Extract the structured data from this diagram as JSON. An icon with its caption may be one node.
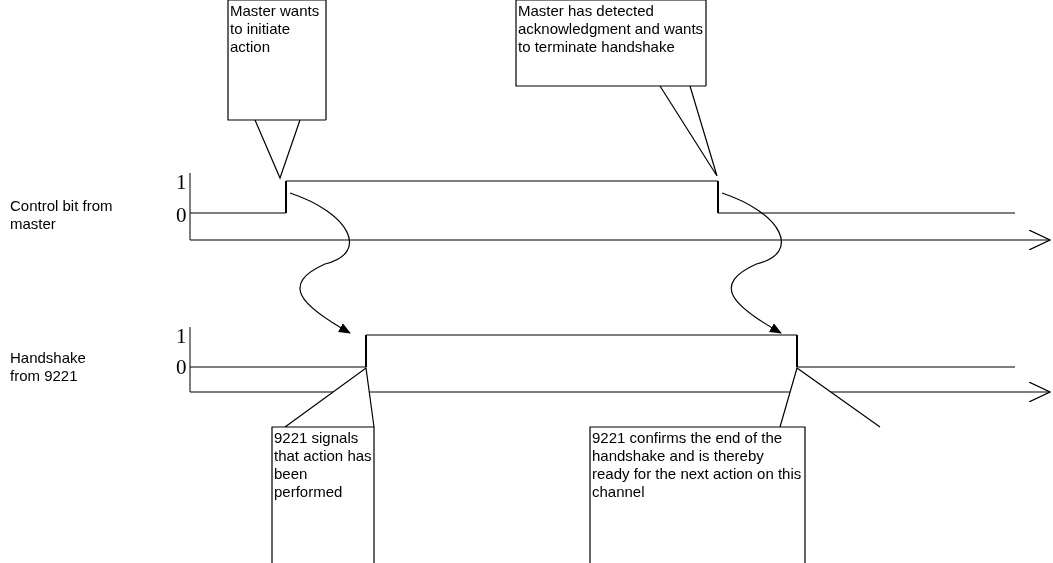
{
  "diagram": {
    "nodes": [
      {
        "text": [
          "Master wants to initiate action"
        ]
      },
      {
        "text": [
          "Master has detected acknowledgment and wants to terminate handshake"
        ]
      },
      {
        "text": [
          "9221 signals that action has been performed"
        ]
      },
      {
        "text": [
          "9221 confirms the end of the handshake and is thereby ready for the next action on this channel"
        ]
      },
      {
        "text": [],
        "shape": "bar"
      },
      {
        "text": [],
        "shape": "bar"
      },
      {
        "text": [],
        "shape": "bar"
      },
      {
        "text": [],
        "shape": "bar"
      }
    ],
    "edges": [
      {
        "from": 4,
        "to": 6,
        "arrow": "to"
      },
      {
        "from": 5,
        "to": 7,
        "arrow": "to"
      }
    ],
    "labels": [
      "Control bit from master",
      "1",
      "0",
      "Handshake from 9221",
      "1",
      "0"
    ]
  }
}
